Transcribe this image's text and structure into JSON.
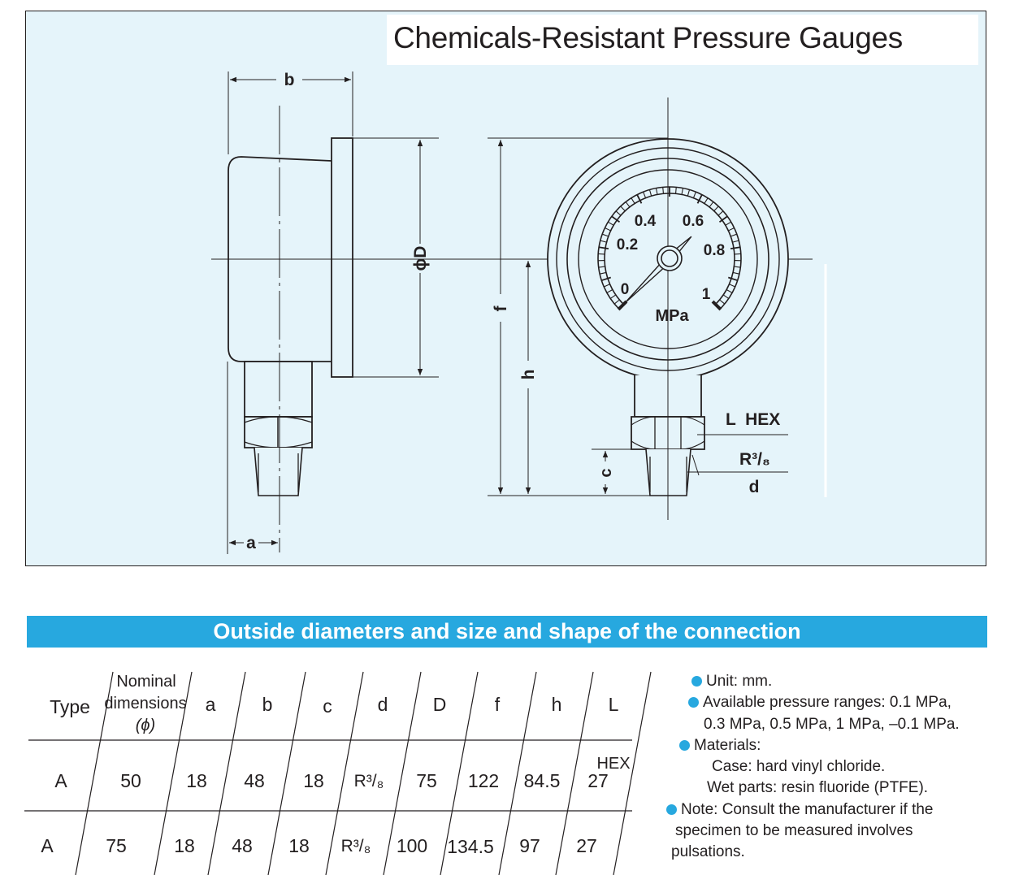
{
  "header": {
    "title": "Chemicals-Resistant Pressure Gauges"
  },
  "diagram": {
    "dim_labels": {
      "b": "b",
      "a": "a",
      "D": "ϕD",
      "f": "f",
      "h": "h",
      "c": "c",
      "hex": "L  HEX",
      "thread": "R³/₈",
      "d": "d"
    },
    "dial": {
      "unit": "MPa",
      "scale_labels": [
        "0",
        "0.2",
        "0.4",
        "0.6",
        "0.8",
        "1"
      ],
      "pointer_value": 0
    }
  },
  "section": {
    "title": "Outside diameters and size and shape of the connection"
  },
  "table": {
    "headers": {
      "type": "Type",
      "nominal_line1": "Nominal",
      "nominal_line2": "dimensions",
      "nominal_line3": "(ϕ)",
      "a": "a",
      "b": "b",
      "c": "c",
      "d": "d",
      "D": "D",
      "f": "f",
      "h": "h",
      "L": "L"
    },
    "rows": [
      {
        "type": "A",
        "nominal": "50",
        "a": "18",
        "b": "48",
        "c": "18",
        "d": "R³/₈",
        "D": "75",
        "f": "122",
        "h": "84.5",
        "L_note": "HEX",
        "L": "27"
      },
      {
        "type": "A",
        "nominal": "75",
        "a": "18",
        "b": "48",
        "c": "18",
        "d": "R³/₈",
        "D": "100",
        "f": "134.5",
        "h": "97",
        "L": "27"
      }
    ]
  },
  "notes": {
    "unit": "Unit:  mm.",
    "ranges_line1": "Available pressure ranges:  0.1 MPa,",
    "ranges_line2": "0.3 MPa, 0.5 MPa, 1 MPa, –0.1 MPa.",
    "materials": "Materials:",
    "case": "Case:  hard vinyl chloride.",
    "wet_parts": "Wet parts:  resin fluoride (PTFE).",
    "note_line1": "Note:  Consult the manufacturer if the",
    "note_line2": "specimen to be measured involves",
    "note_line3": "pulsations."
  },
  "colors": {
    "panel_bg": "#e5f4fa",
    "accent": "#27a8df",
    "line": "#231f20"
  }
}
